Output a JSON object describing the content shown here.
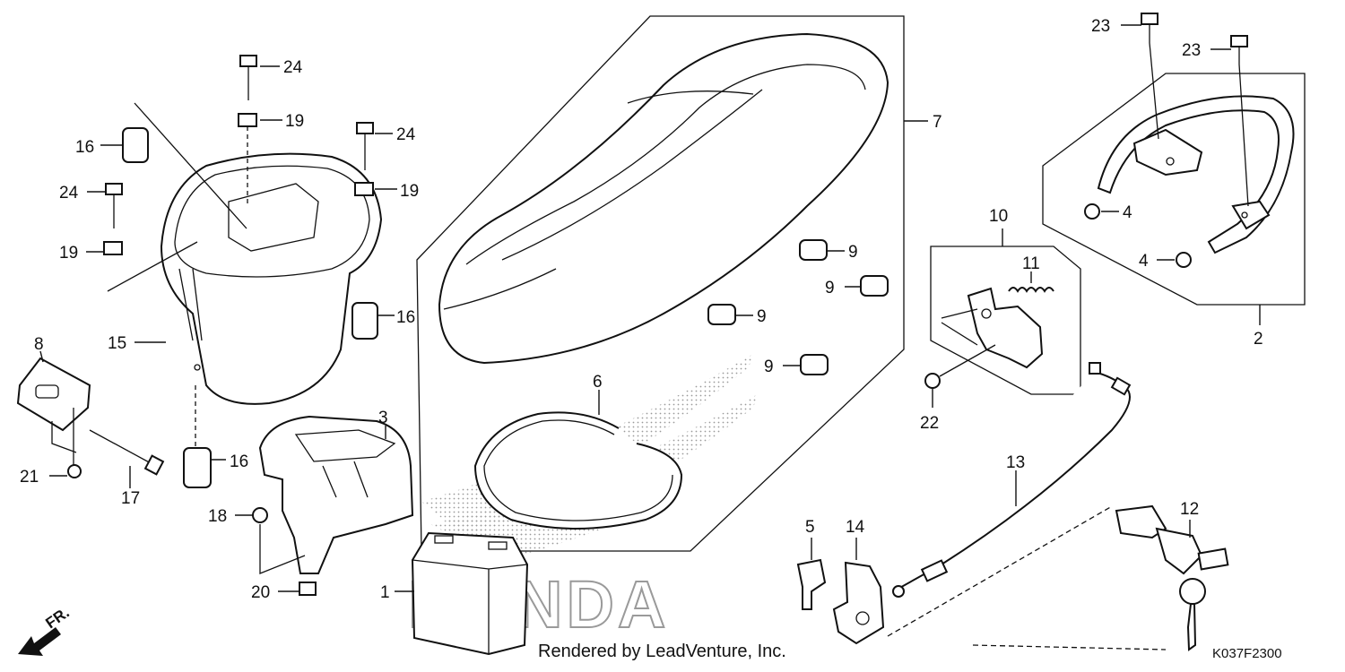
{
  "diagram": {
    "watermark": "HONDA",
    "credit": "Rendered by LeadVenture, Inc.",
    "diagram_code": "K037F2300",
    "direction_label": "FR.",
    "callouts": {
      "c1": "1",
      "c2": "2",
      "c3": "3",
      "c4a": "4",
      "c4b": "4",
      "c5": "5",
      "c6": "6",
      "c7": "7",
      "c8": "8",
      "c9a": "9",
      "c9b": "9",
      "c9c": "9",
      "c9d": "9",
      "c10": "10",
      "c11": "11",
      "c12": "12",
      "c13": "13",
      "c14": "14",
      "c15": "15",
      "c16a": "16",
      "c16b": "16",
      "c16c": "16",
      "c17": "17",
      "c18": "18",
      "c19a": "19",
      "c19b": "19",
      "c19c": "19",
      "c20": "20",
      "c21": "21",
      "c22": "22",
      "c23a": "23",
      "c23b": "23",
      "c24a": "24",
      "c24b": "24",
      "c24c": "24"
    }
  }
}
